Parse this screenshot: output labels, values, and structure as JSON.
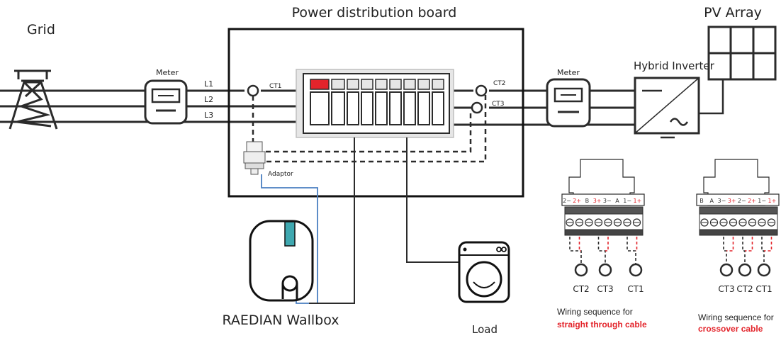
{
  "title": "Power distribution board",
  "labels": {
    "grid": "Grid",
    "pv_array": "PV Array",
    "hybrid_inverter": "Hybrid Inverter",
    "meter_left": "Meter",
    "meter_right": "Meter",
    "adaptor": "Adaptor",
    "wallbox": "RAEDIAN Wallbox",
    "load": "Load"
  },
  "lines": [
    "L1",
    "L2",
    "L3"
  ],
  "ct_labels": {
    "ct1": "CT1",
    "ct2": "CT2",
    "ct3": "CT3"
  },
  "connector_straight": {
    "pins": [
      "2−",
      "2+",
      "B",
      "3+",
      "3−",
      "A",
      "1−",
      "1+"
    ],
    "cts": [
      "CT2",
      "CT3",
      "CT1"
    ],
    "caption_line1": "Wiring sequence for",
    "caption_line2": "straight through cable"
  },
  "connector_crossover": {
    "pins": [
      "B",
      "A",
      "3−",
      "3+",
      "2−",
      "2+",
      "1−",
      "1+"
    ],
    "cts": [
      "CT3",
      "CT2",
      "CT1"
    ],
    "caption_line1": "Wiring sequence for",
    "caption_line2": "crossover cable"
  },
  "colors": {
    "line": "#2b2b2b",
    "accent_red": "#e3242b",
    "signal_blue": "#4a7fc1",
    "wallbox_teal": "#3fa8b0",
    "breaker_panel": "#e6e6e6"
  }
}
